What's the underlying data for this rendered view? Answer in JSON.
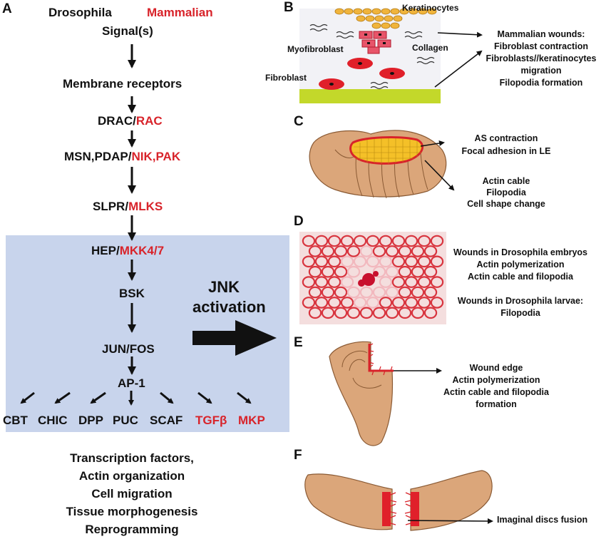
{
  "panelA": {
    "letter": "A",
    "drosophila": "Drosophila",
    "mammalian": "Mammalian",
    "signal": "Signal(s)",
    "receptors": "Membrane receptors",
    "drac": "DRAC/",
    "rac": "RAC",
    "msn": "MSN,PDAP/",
    "nikpak": "NIK,PAK",
    "slpr": "SLPR/",
    "mlks": "MLKS",
    "hep": "HEP/",
    "mkk": "MKK4/7",
    "bsk": "BSK",
    "junfos": "JUN/FOS",
    "ap1": "AP-1",
    "targets": [
      "CBT",
      "CHIC",
      "DPP",
      "PUC",
      "SCAF"
    ],
    "targets_red": [
      "TGFβ",
      "MKP"
    ],
    "jnk1": "JNK",
    "jnk2": "activation",
    "outcomes": [
      "Transcription factors,",
      "Actin organization",
      "Cell migration",
      "Tissue morphogenesis",
      "Reprogramming"
    ]
  },
  "panelB": {
    "letter": "B",
    "keratinocytes": "Keratinocytes",
    "myofibroblast": "Myofibroblast",
    "collagen": "Collagen",
    "fibroblast": "Fibroblast",
    "notes": [
      "Mammalian wounds:",
      "Fibroblast contraction",
      "Fibroblasts//keratinocytes",
      "migration",
      "Filopodia formation"
    ]
  },
  "panelC": {
    "letter": "C",
    "notes1": [
      "AS contraction",
      "Focal adhesion in LE"
    ],
    "notes2": [
      "Actin cable",
      "Filopodia",
      "Cell  shape change"
    ]
  },
  "panelD": {
    "letter": "D",
    "notes1": [
      "Wounds in Drosophila embryos",
      "Actin polymerization",
      "Actin cable and filopodia"
    ],
    "notes2": [
      "Wounds in Drosophila larvae:",
      "Filopodia"
    ]
  },
  "panelE": {
    "letter": "E",
    "notes": [
      "Wound edge",
      "Actin polymerization",
      "Actin cable and filopodia",
      "formation"
    ]
  },
  "panelF": {
    "letter": "F",
    "notes": [
      "Imaginal discs fusion"
    ]
  },
  "colors": {
    "red": "#d8232a",
    "blue_box": "#c8d4ec",
    "tissue": "#dba67a",
    "basement": "#c3d82a",
    "keratinocyte": "#f0b43c"
  }
}
